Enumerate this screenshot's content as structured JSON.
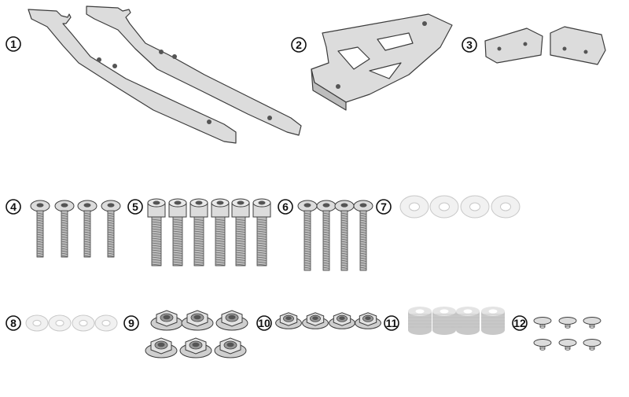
{
  "diagram": {
    "colors": {
      "background": "#ffffff",
      "part_fill": "#dcdcdc",
      "part_stroke": "#3c3c3c",
      "washer_fill": "#f1f1f1",
      "nut_fill": "#cfcfcf",
      "spacer_fill": "#c8c8c8"
    },
    "parts": [
      {
        "number": "1",
        "kind": "rail",
        "count": 2
      },
      {
        "number": "2",
        "kind": "bracket-plate",
        "count": 1
      },
      {
        "number": "3",
        "kind": "small-bracket",
        "count": 2
      },
      {
        "number": "4",
        "kind": "button-head-screw",
        "count": 4
      },
      {
        "number": "5",
        "kind": "socket-head-screw",
        "count": 6
      },
      {
        "number": "6",
        "kind": "button-head-screw",
        "count": 4
      },
      {
        "number": "7",
        "kind": "washer",
        "count": 4
      },
      {
        "number": "8",
        "kind": "washer",
        "count": 4
      },
      {
        "number": "9",
        "kind": "flange-nut",
        "count": 6
      },
      {
        "number": "10",
        "kind": "flange-nut",
        "count": 4
      },
      {
        "number": "11",
        "kind": "spacer",
        "count": 4
      },
      {
        "number": "12",
        "kind": "rivet",
        "count": 6
      }
    ]
  }
}
